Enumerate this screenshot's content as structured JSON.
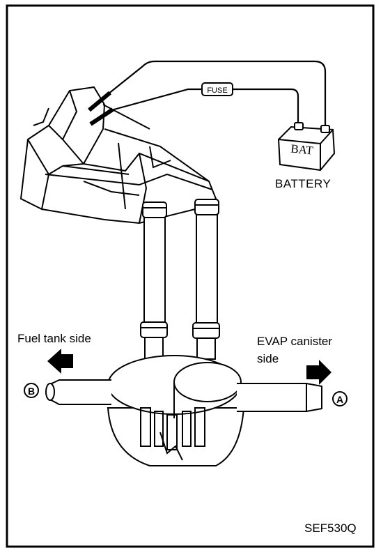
{
  "labels": {
    "fuse": "FUSE",
    "bat": "BAT",
    "battery": "BATTERY",
    "fuel_tank_side": "Fuel tank side",
    "evap_line1": "EVAP canister",
    "evap_line2": "side",
    "port_a": "A",
    "port_b": "B",
    "figure_code": "SEF530Q"
  },
  "colors": {
    "ink": "#000000",
    "paper": "#ffffff"
  }
}
